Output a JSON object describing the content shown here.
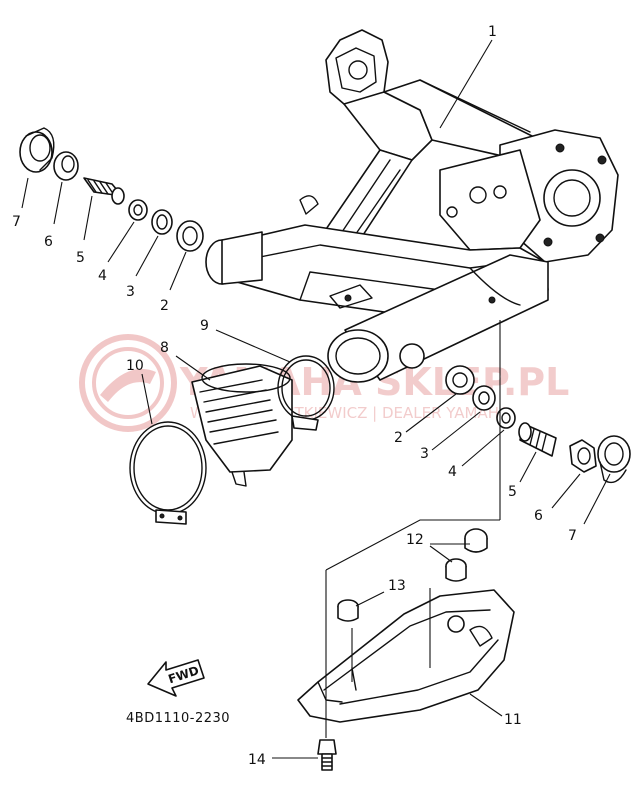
{
  "diagram": {
    "part_code": "4BD1110-2230",
    "fwd_label": "FWD",
    "watermark": {
      "brand": "YAMAHA SKLEP.PL",
      "tagline": "WOJCIECH DUTKIEWICZ | DEALER YAMAHA"
    },
    "callouts": {
      "c1": "1",
      "c2a": "2",
      "c3a": "3",
      "c4a": "4",
      "c5a": "5",
      "c6a": "6",
      "c7a": "7",
      "c2b": "2",
      "c3b": "3",
      "c4b": "4",
      "c5b": "5",
      "c6b": "6",
      "c7b": "7",
      "c8": "8",
      "c9": "9",
      "c10": "10",
      "c11": "11",
      "c12": "12",
      "c13": "13",
      "c14": "14"
    }
  }
}
